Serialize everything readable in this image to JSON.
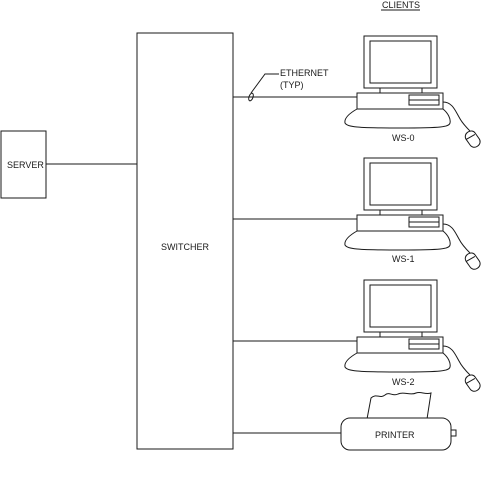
{
  "clients_heading": "CLIENTS",
  "server_label": "SERVER",
  "switcher_label": "SWITCHER",
  "ethernet_label_line1": "ETHERNET",
  "ethernet_label_line2": "(TYP)",
  "workstations": [
    {
      "label": "WS-0"
    },
    {
      "label": "WS-1"
    },
    {
      "label": "WS-2"
    }
  ],
  "printer_label": "PRINTER",
  "icons": {
    "workstation": "desktop-computer-icon",
    "mouse": "mouse-icon",
    "printer": "printer-icon"
  }
}
